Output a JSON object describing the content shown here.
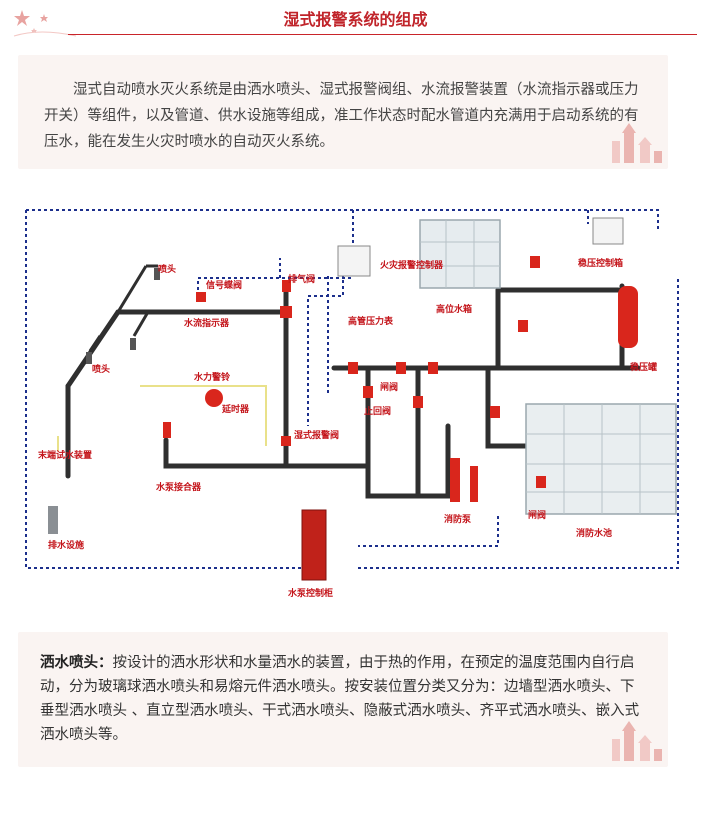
{
  "header": {
    "title": "湿式报警系统的组成"
  },
  "intro": {
    "text": "湿式自动喷水灭火系统是由洒水喷头、湿式报警阀组、水流报警装置（水流指示器或压力开关）等组件，以及管道、供水设施等组成，准工作状态时配水管道内充满用于启动系统的有压水，能在发生火灾时喷水的自动灭火系统。"
  },
  "diagram": {
    "labels": {
      "sprinkler_head_top": "喷头",
      "sprinkler_head_low": "喷头",
      "signal_valve": "信号蝶阀",
      "exhaust_valve": "排气阀",
      "fire_alarm_panel": "火灾报警控制器",
      "flow_indicator": "水流指示器",
      "high_tank": "高位水箱",
      "pressure_control_box": "稳压控制箱",
      "high_pressure_gauge": "高管压力表",
      "water_bell": "水力警铃",
      "delay_device": "延时器",
      "check_valve": "止回阀",
      "gate_valve": "闸阀",
      "end_test_device": "末端试水装置",
      "wet_alarm_valve": "湿式报警阀",
      "pump_connector": "水泵接合器",
      "fire_pump": "消防泵",
      "gate_valve_2": "闸阀",
      "fire_pool": "消防水池",
      "pressure_tank": "稳压罐",
      "drain_facility": "排水设施",
      "pump_control_cabinet": "水泵控制柜"
    }
  },
  "sprinkler": {
    "term": "洒水喷头：",
    "text": "按设计的洒水形状和水量洒水的装置，由于热的作用，在预定的温度范围内自行启动，分为玻璃球洒水喷头和易熔元件洒水喷头。按安装位置分类又分为：边墙型洒水喷头、下垂型洒水喷头 、直立型洒水喷头、干式洒水喷头、隐蔽式洒水喷头、齐平式洒水喷头、嵌入式洒水喷头等。"
  },
  "colors": {
    "accent": "#c0242a",
    "card_bg": "#faf4f2",
    "pipe": "#2f2f2f",
    "valve_red": "#d9261c",
    "signal_line": "#1c2f8c",
    "drain_line": "#e9e18a"
  }
}
